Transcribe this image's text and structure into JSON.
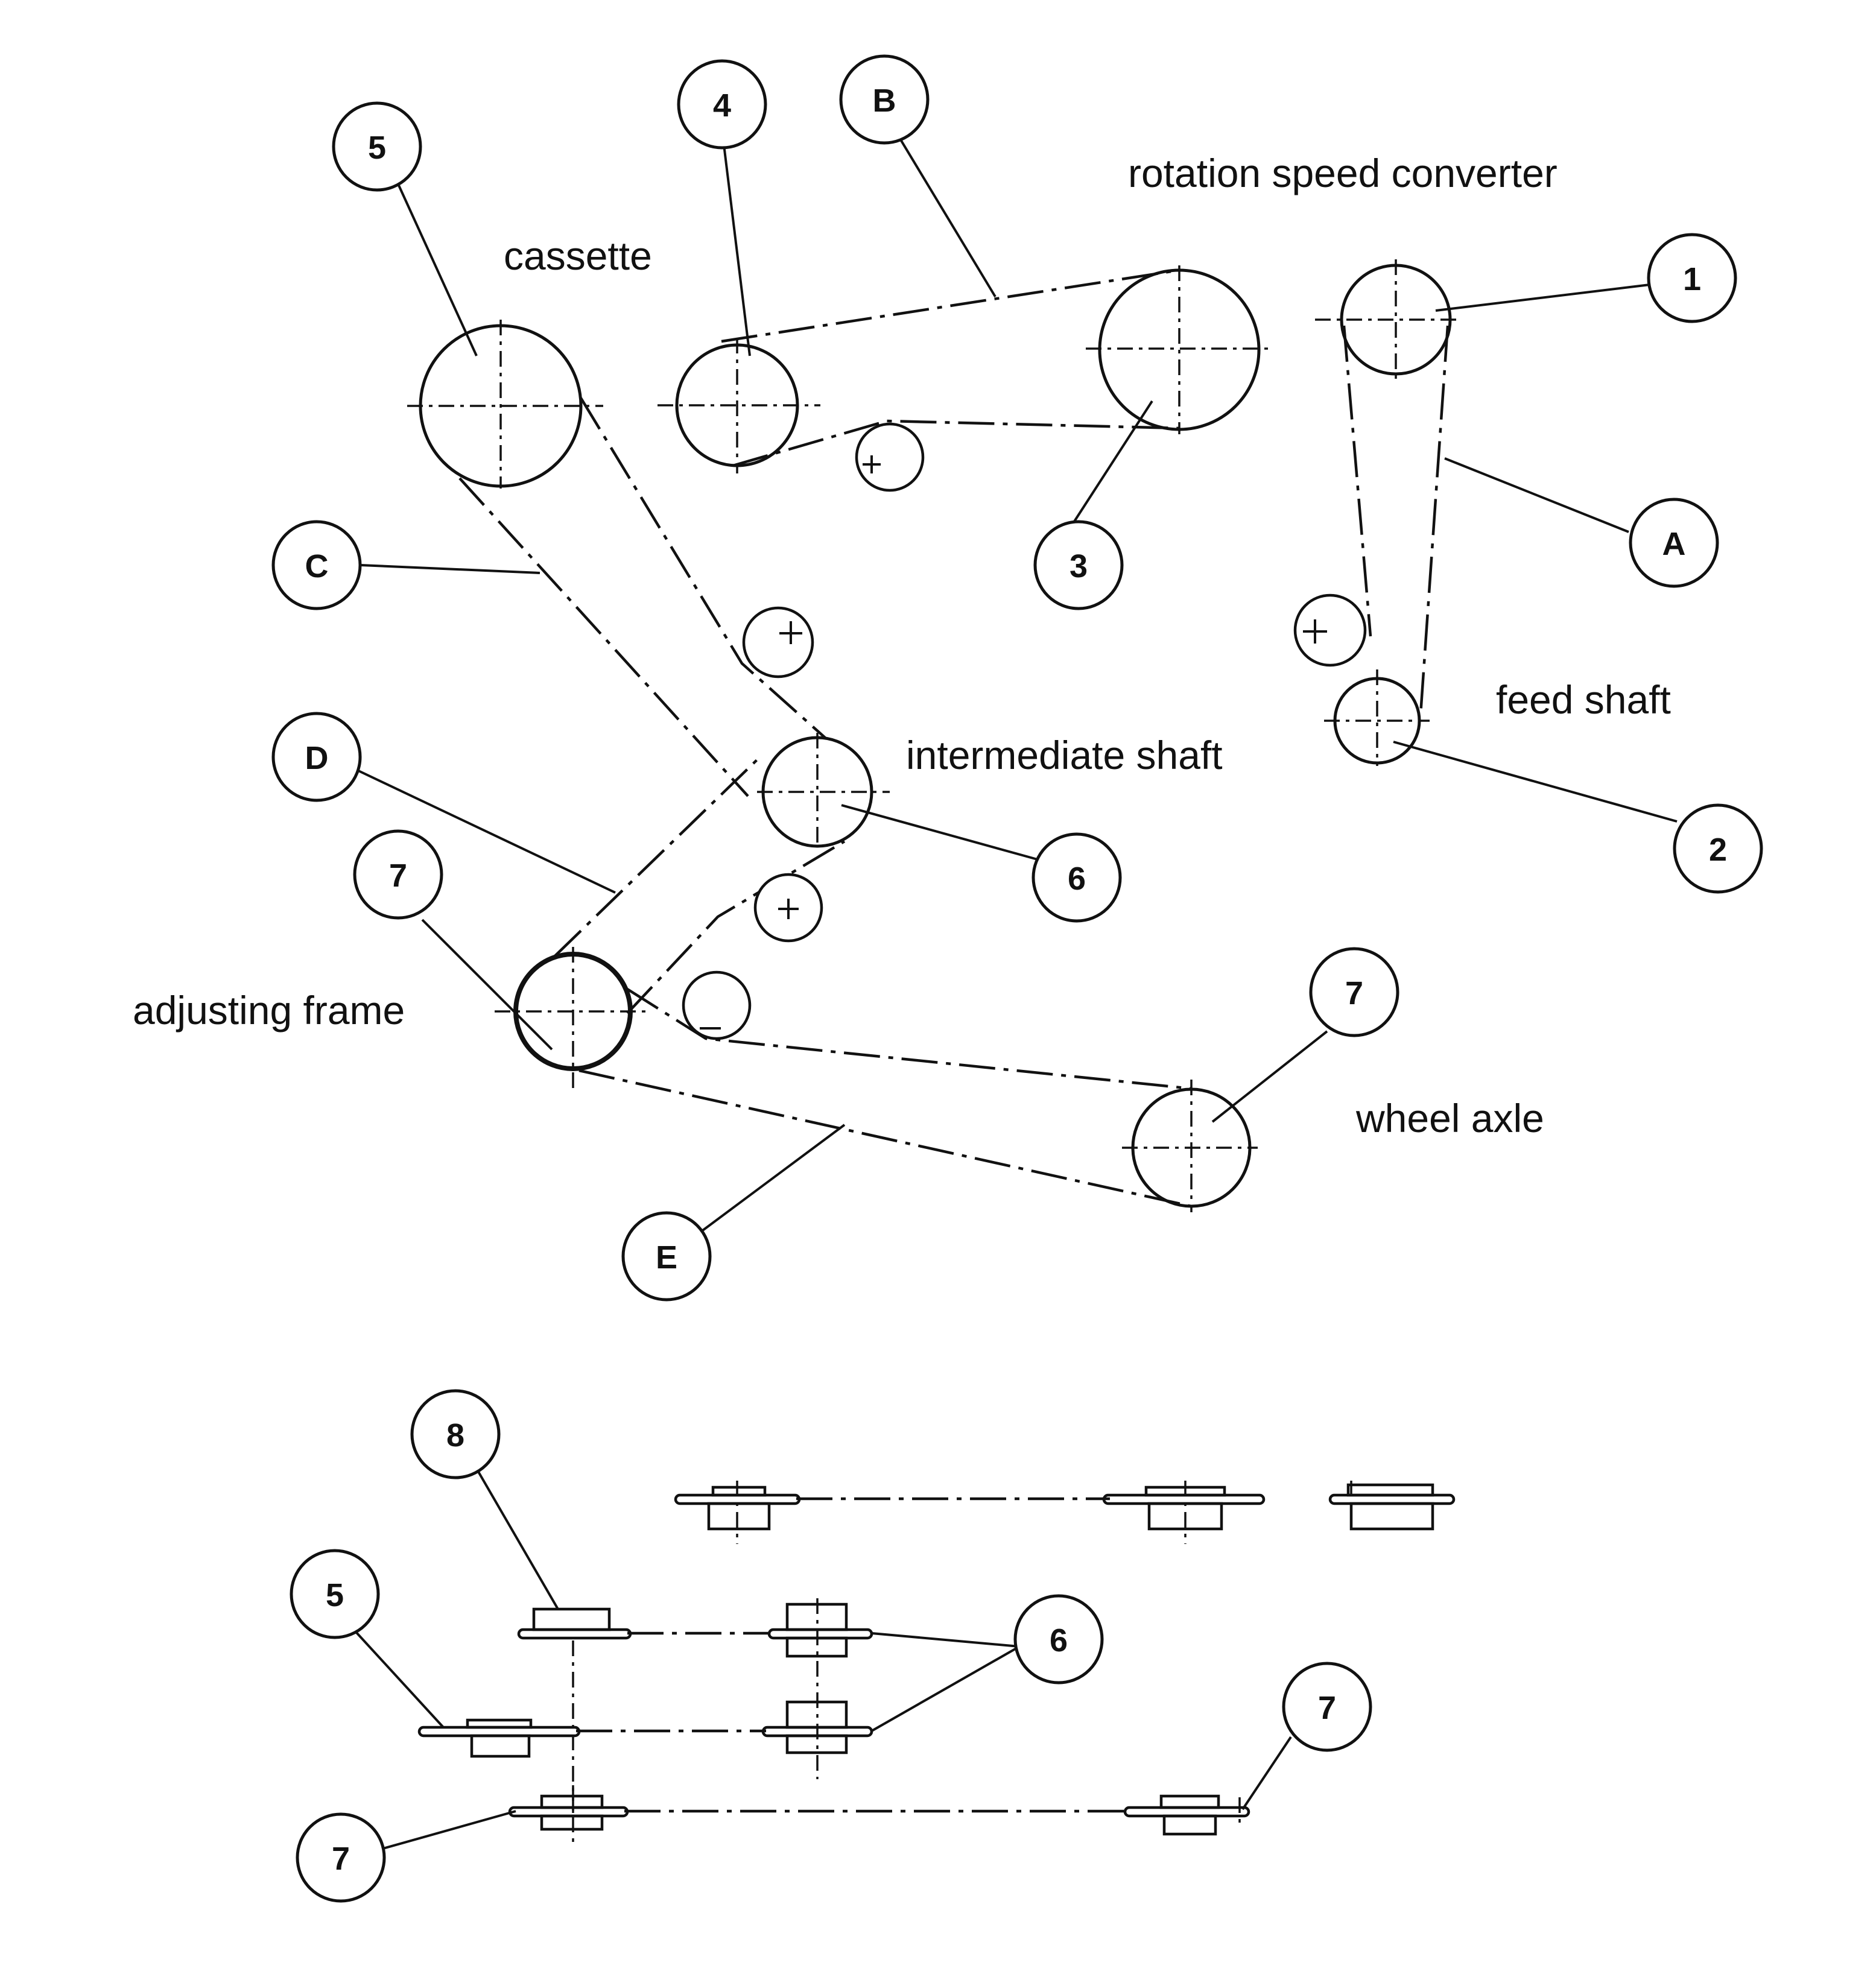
{
  "labels": {
    "rotation_speed_converter": "rotation speed converter",
    "cassette": "cassette",
    "feed_shaft": "feed shaft",
    "intermediate_shaft": "intermediate shaft",
    "adjusting_frame": "adjusting frame",
    "wheel_axle": "wheel axle"
  },
  "callouts": {
    "c1": "1",
    "c2": "2",
    "c3": "3",
    "c4": "4",
    "c5": "5",
    "c6": "6",
    "c7a": "7",
    "c7b": "7",
    "cA": "A",
    "cB": "B",
    "cC": "C",
    "cD": "D",
    "cE": "E",
    "s8": "8",
    "s5": "5",
    "s6": "6",
    "s7a": "7",
    "s7b": "7"
  }
}
